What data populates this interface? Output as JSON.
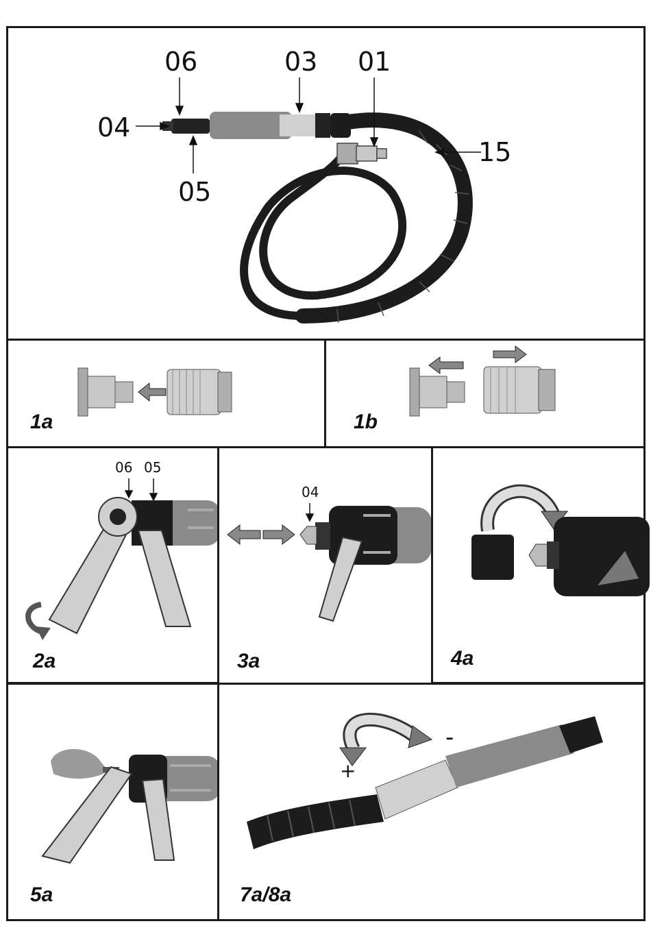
{
  "main_figure": {
    "labels": [
      "06",
      "03",
      "01",
      "04",
      "15",
      "05"
    ]
  },
  "figures": {
    "f1a": "1a",
    "f1b": "1b",
    "f2a": "2a",
    "f2a_callouts": [
      "06",
      "05"
    ],
    "f3a": "3a",
    "f3a_callout": "04",
    "f4a": "4a",
    "f5a": "5a",
    "f7a8a": "7a/8a",
    "f7a8a_minus": "-",
    "f7a8a_plus": "+"
  },
  "colors": {
    "border": "#1a1a1a",
    "hose": "#1c1c1c",
    "body_grey": "#8a8a8a",
    "metal": "#c8c8c8"
  }
}
